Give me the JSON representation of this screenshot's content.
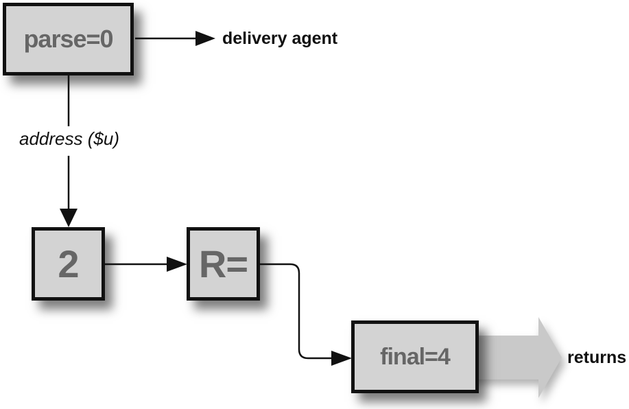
{
  "diagram": {
    "type": "flow",
    "description": "Rule-processing flow: parse ruleset to delivery agent, address to ruleset 2, rewrite R=, final ruleset returns",
    "nodes": [
      {
        "id": "parse",
        "label": "parse=0"
      },
      {
        "id": "two",
        "label": "2"
      },
      {
        "id": "rewrite",
        "label": "R="
      },
      {
        "id": "final",
        "label": "final=4"
      }
    ],
    "labels": {
      "delivery_agent": "delivery agent",
      "address": "address ($u)",
      "returns": "returns"
    },
    "edges": [
      {
        "from": "parse",
        "to": "delivery agent",
        "style": "thin-arrow"
      },
      {
        "from": "parse",
        "to": "two",
        "label": "address ($u)",
        "style": "thin-arrow"
      },
      {
        "from": "two",
        "to": "rewrite",
        "style": "thin-arrow"
      },
      {
        "from": "rewrite",
        "to": "final",
        "style": "thin-arrow-elbow"
      },
      {
        "from": "final",
        "to": "returns",
        "style": "big-gray-arrow"
      }
    ],
    "colors": {
      "bg": "#ffffff",
      "box_fill": "#d3d3d3",
      "box_border": "#111111",
      "box_text": "#666666",
      "line": "#111111",
      "big_arrow": "#c9c9c9",
      "label_text": "#111111"
    }
  }
}
